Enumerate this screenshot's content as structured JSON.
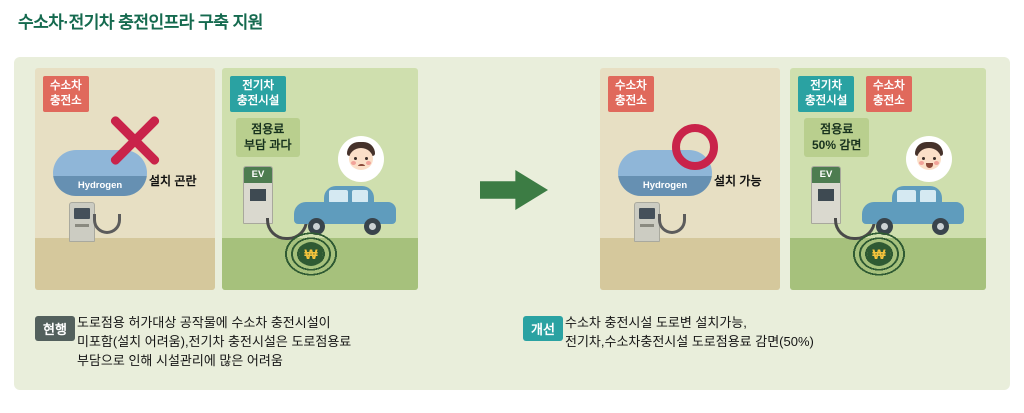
{
  "title": "수소차·전기차 충전인프라 구축 지원",
  "before": {
    "hydrogen_badge": "수소차\n충전소",
    "tank_label": "Hydrogen",
    "hydrogen_note": "설치 곤란",
    "ev_badge": "전기차\n충전시설",
    "fee_note": "점용료\n부담 과다",
    "ev_label": "EV",
    "won_symbol": "₩"
  },
  "after": {
    "hydrogen_badge": "수소차\n충전소",
    "tank_label": "Hydrogen",
    "hydrogen_note": "설치 가능",
    "ev_badge": "전기차\n충전시설",
    "hydrogen_badge_small": "수소차\n충전소",
    "fee_note": "점용료\n50% 감면",
    "ev_label": "EV",
    "won_symbol": "₩"
  },
  "captions": {
    "before_label": "현행",
    "before_text": "도로점용 허가대상 공작물에 수소차 충전시설이\n미포함(설치 어려움),전기차 충전시설은 도로점용료\n부담으로 인해 시설관리에 많은 어려움",
    "after_label": "개선",
    "after_text": "수소차 충전시설 도로변 설치가능,\n전기차,수소차충전시설 도로점용료 감면(50%)"
  },
  "colors": {
    "title_green": "#156a4f",
    "badge_red": "#e0695c",
    "badge_teal": "#2aa2a2",
    "mark_red": "#c9234a",
    "arrow_green": "#3c7c44",
    "before_label_bg": "#53605d",
    "board_bg": "#e9eedb"
  }
}
